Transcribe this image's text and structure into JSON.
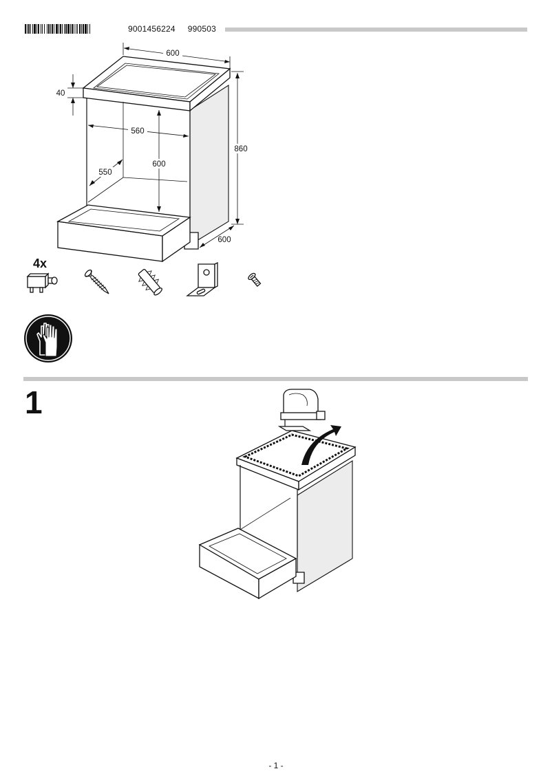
{
  "header": {
    "part_number": "9001456224",
    "version_code": "990503"
  },
  "dimensions": {
    "overall_width": "600",
    "top_thickness": "40",
    "inner_width": "560",
    "inner_height": "600",
    "inner_depth": "550",
    "overall_height": "860",
    "overall_depth": "600"
  },
  "parts": {
    "quantity_label": "4x",
    "items": [
      "bracket-clip-icon",
      "wood-screw-icon",
      "wall-plug-icon",
      "angle-bracket-icon",
      "short-screw-icon"
    ]
  },
  "safety": {
    "icon": "protective-gloves-icon"
  },
  "steps": [
    {
      "number": "1",
      "icon": "jigsaw-icon"
    }
  ],
  "footer": {
    "page_label": "- 1 -"
  }
}
